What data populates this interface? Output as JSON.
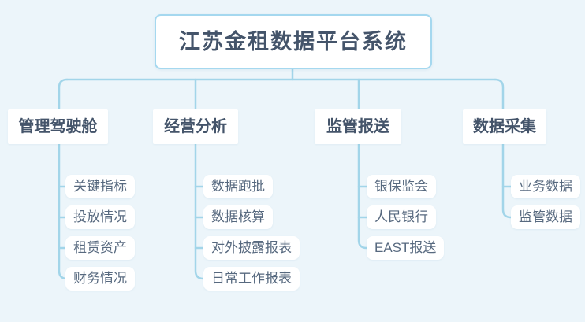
{
  "title": "江苏金租数据平台系统",
  "branches": [
    {
      "label": "管理驾驶舱",
      "children": [
        "关键指标",
        "投放情况",
        "租赁资产",
        "财务情况"
      ]
    },
    {
      "label": "经营分析",
      "children": [
        "数据跑批",
        "数据核算",
        "对外披露报表",
        "日常工作报表"
      ]
    },
    {
      "label": "监管报送",
      "children": [
        "银保监会",
        "人民银行",
        "EAST报送"
      ]
    },
    {
      "label": "数据采集",
      "children": [
        "业务数据",
        "监管数据"
      ]
    }
  ],
  "colors": {
    "background": "#ecf5fa",
    "connector_line": "#a2d5e9",
    "root_border": "#a5d8ef",
    "node_background": "#ffffff",
    "heading_text": "#44546a",
    "child_text": "#57697f"
  }
}
